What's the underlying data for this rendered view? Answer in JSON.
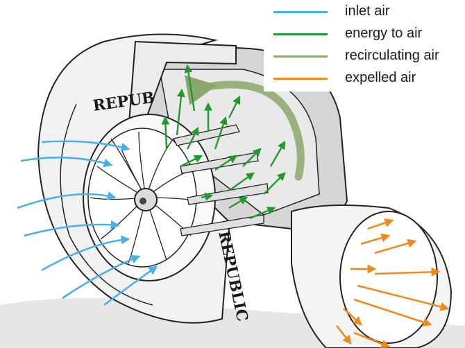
{
  "diagram": {
    "brand_top": "REPUB",
    "brand_bottom": "REPUBLIC"
  },
  "legend": {
    "items": [
      {
        "label": "inlet air",
        "color": "#4ab0ea"
      },
      {
        "label": "energy to air",
        "color": "#1f9a2b"
      },
      {
        "label": "recirculating air",
        "color": "#8aa86b"
      },
      {
        "label": "expelled air",
        "color": "#f08a1d"
      }
    ]
  },
  "colors": {
    "inlet": "#4ab0ea",
    "energy": "#1f9a2b",
    "recirculating": "#8aa86b",
    "expelled": "#f08a1d",
    "outline": "#222222",
    "housing_fill": "#f2f2f2",
    "shadow_fill": "#cfcfcf"
  },
  "icons": [
    "fan-impeller-icon",
    "arrow-icon"
  ]
}
